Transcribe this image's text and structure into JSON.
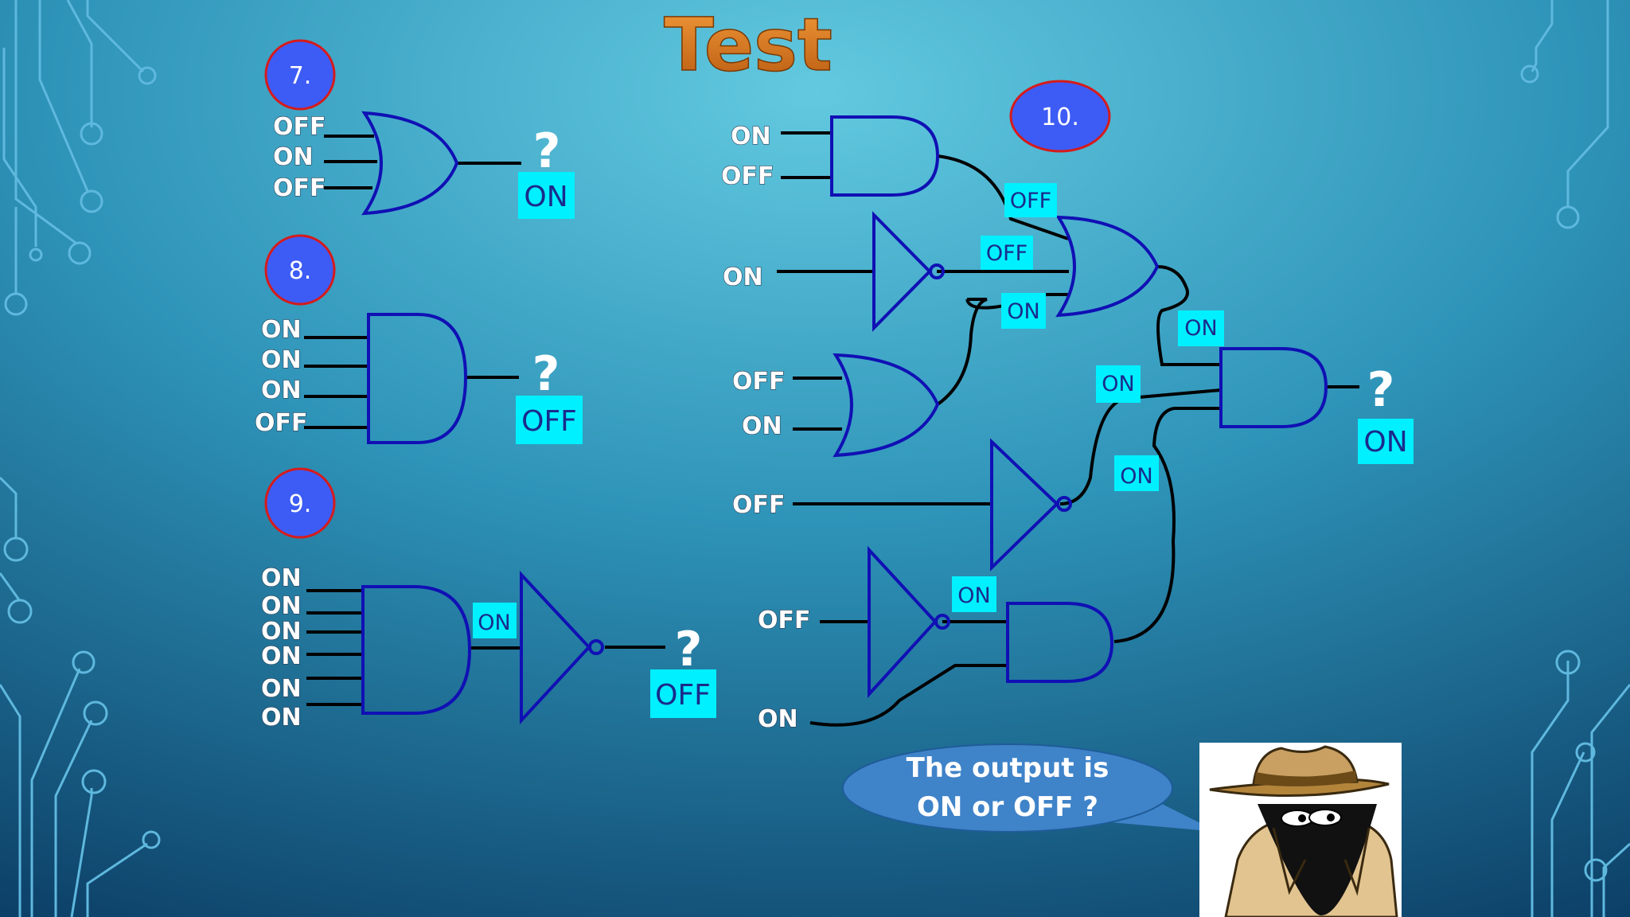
{
  "title": "Test",
  "colors": {
    "background_top": "#5cc3dc",
    "background_bottom": "#0f4a72",
    "gate_stroke": "#1010b4",
    "answer_box": "#00f0ff",
    "number_badge": "#3d5cf5",
    "title_color": "#d9771e"
  },
  "question_mark": "?",
  "problems": {
    "p7": {
      "number": "7.",
      "inputs": [
        "OFF",
        "ON",
        "OFF"
      ],
      "gate": "OR",
      "answer": "ON"
    },
    "p8": {
      "number": "8.",
      "inputs": [
        "ON",
        "ON",
        "ON",
        "OFF"
      ],
      "gate": "AND",
      "answer": "OFF"
    },
    "p9": {
      "number": "9.",
      "inputs": [
        "ON",
        "ON",
        "ON",
        "ON",
        "ON",
        "ON"
      ],
      "gate": "AND then NOT",
      "intermediate": "ON",
      "answer": "OFF"
    },
    "p10": {
      "number": "10.",
      "inputs": [
        "ON",
        "OFF",
        "ON",
        "OFF",
        "ON",
        "OFF",
        "OFF",
        "ON"
      ],
      "intermediate_labels": [
        "OFF",
        "OFF",
        "ON",
        "ON",
        "ON",
        "ON",
        "ON"
      ],
      "answer": "ON"
    }
  },
  "speech_bubble": {
    "line1": "The output is",
    "line2": "ON or OFF ?"
  },
  "icons": [
    "detective-icon",
    "circuit-trace-decoration"
  ]
}
